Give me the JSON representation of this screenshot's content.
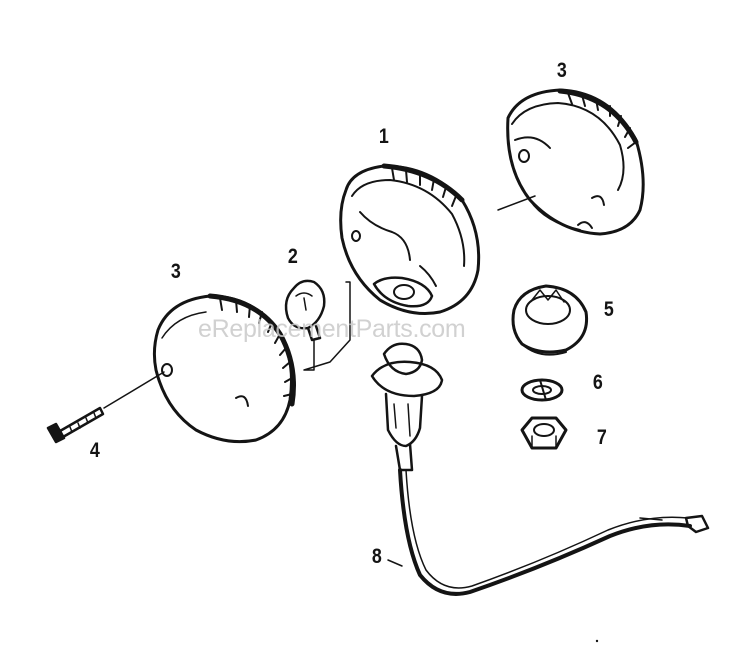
{
  "diagram": {
    "callouts": [
      {
        "id": "callout-1",
        "label": "1",
        "part": "lamp-housing"
      },
      {
        "id": "callout-2",
        "label": "2",
        "part": "bulb"
      },
      {
        "id": "callout-3a",
        "label": "3",
        "part": "lens-cover-left"
      },
      {
        "id": "callout-3b",
        "label": "3",
        "part": "lens-cover-right"
      },
      {
        "id": "callout-4",
        "label": "4",
        "part": "screw"
      },
      {
        "id": "callout-5",
        "label": "5",
        "part": "grommet-nut"
      },
      {
        "id": "callout-6",
        "label": "6",
        "part": "lock-washer"
      },
      {
        "id": "callout-7",
        "label": "7",
        "part": "hex-nut"
      },
      {
        "id": "callout-8",
        "label": "8",
        "part": "socket-and-wire"
      }
    ],
    "watermark": "eReplacementParts.com",
    "ink_color": "#141414"
  }
}
